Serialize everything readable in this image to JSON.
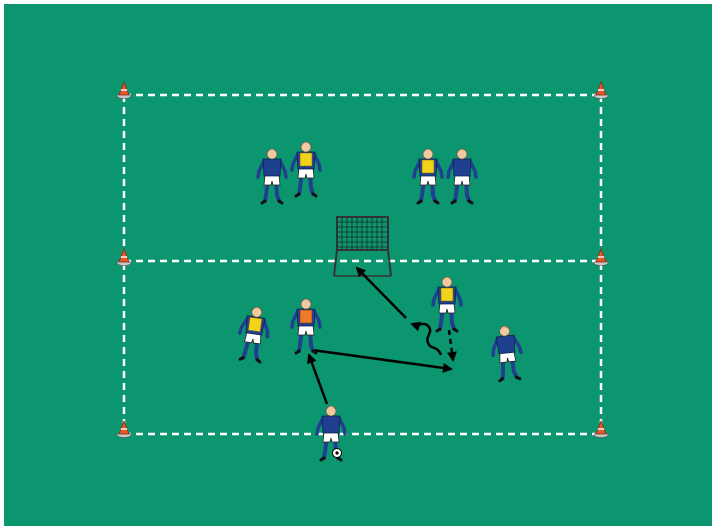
{
  "pitch": {
    "background_color": "#0b9670",
    "line_color": "#ffffff",
    "line_style": "dashed"
  },
  "colors": {
    "shirt_blue": "#1f3f8f",
    "bib_yellow": "#f2d21b",
    "bib_orange": "#f07a2a",
    "shorts_white": "#ffffff",
    "cone_orange": "#e8552a",
    "arrow_black": "#000000",
    "goal_frame": "#333333"
  },
  "cones": {
    "count": 6,
    "icon": "cone-icon"
  },
  "goal": {
    "icon": "goal-icon",
    "type": "small-goal"
  },
  "players": {
    "top_zone": [
      {
        "role": "blue-player",
        "bib": "none"
      },
      {
        "role": "yellow-bib-player",
        "bib": "yellow"
      },
      {
        "role": "yellow-bib-player",
        "bib": "yellow"
      },
      {
        "role": "blue-player",
        "bib": "none"
      }
    ],
    "bottom_zone": [
      {
        "role": "yellow-bib-player",
        "bib": "yellow"
      },
      {
        "role": "orange-bib-player",
        "bib": "orange"
      },
      {
        "role": "yellow-bib-player",
        "bib": "yellow"
      },
      {
        "role": "blue-player",
        "bib": "none"
      },
      {
        "role": "ball-carrier",
        "bib": "none",
        "has_ball": true
      }
    ]
  },
  "arrows": [
    {
      "name": "pass-to-orange",
      "style": "solid"
    },
    {
      "name": "pass-across",
      "style": "solid"
    },
    {
      "name": "dribble-run",
      "style": "wavy"
    },
    {
      "name": "shot-to-goal",
      "style": "solid"
    },
    {
      "name": "player-run",
      "style": "dashed"
    }
  ]
}
